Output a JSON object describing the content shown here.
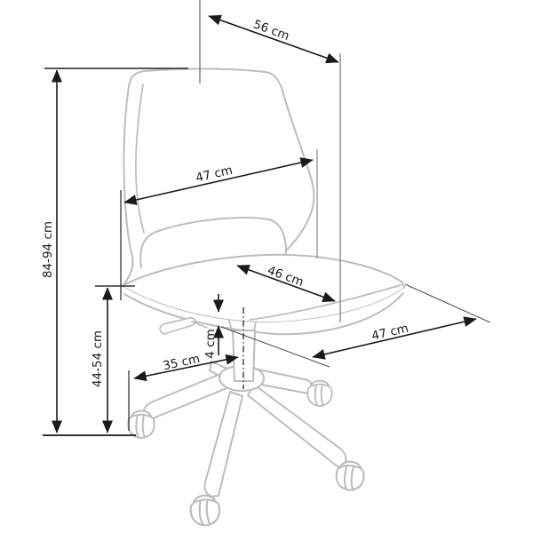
{
  "diagram": {
    "labels": {
      "depth": "56 cm",
      "height": "84-94 cm",
      "backrest_width": "47 cm",
      "seat_depth": "46 cm",
      "seat_width": "47 cm",
      "base_radius": "35 cm",
      "cushion_thickness": "4 cm",
      "seat_height": "44-54 cm"
    },
    "colors": {
      "background": "#ffffff",
      "chair_outline": "#bdbdbd",
      "dimension": "#1a1a1a",
      "extension": "#555555"
    }
  }
}
